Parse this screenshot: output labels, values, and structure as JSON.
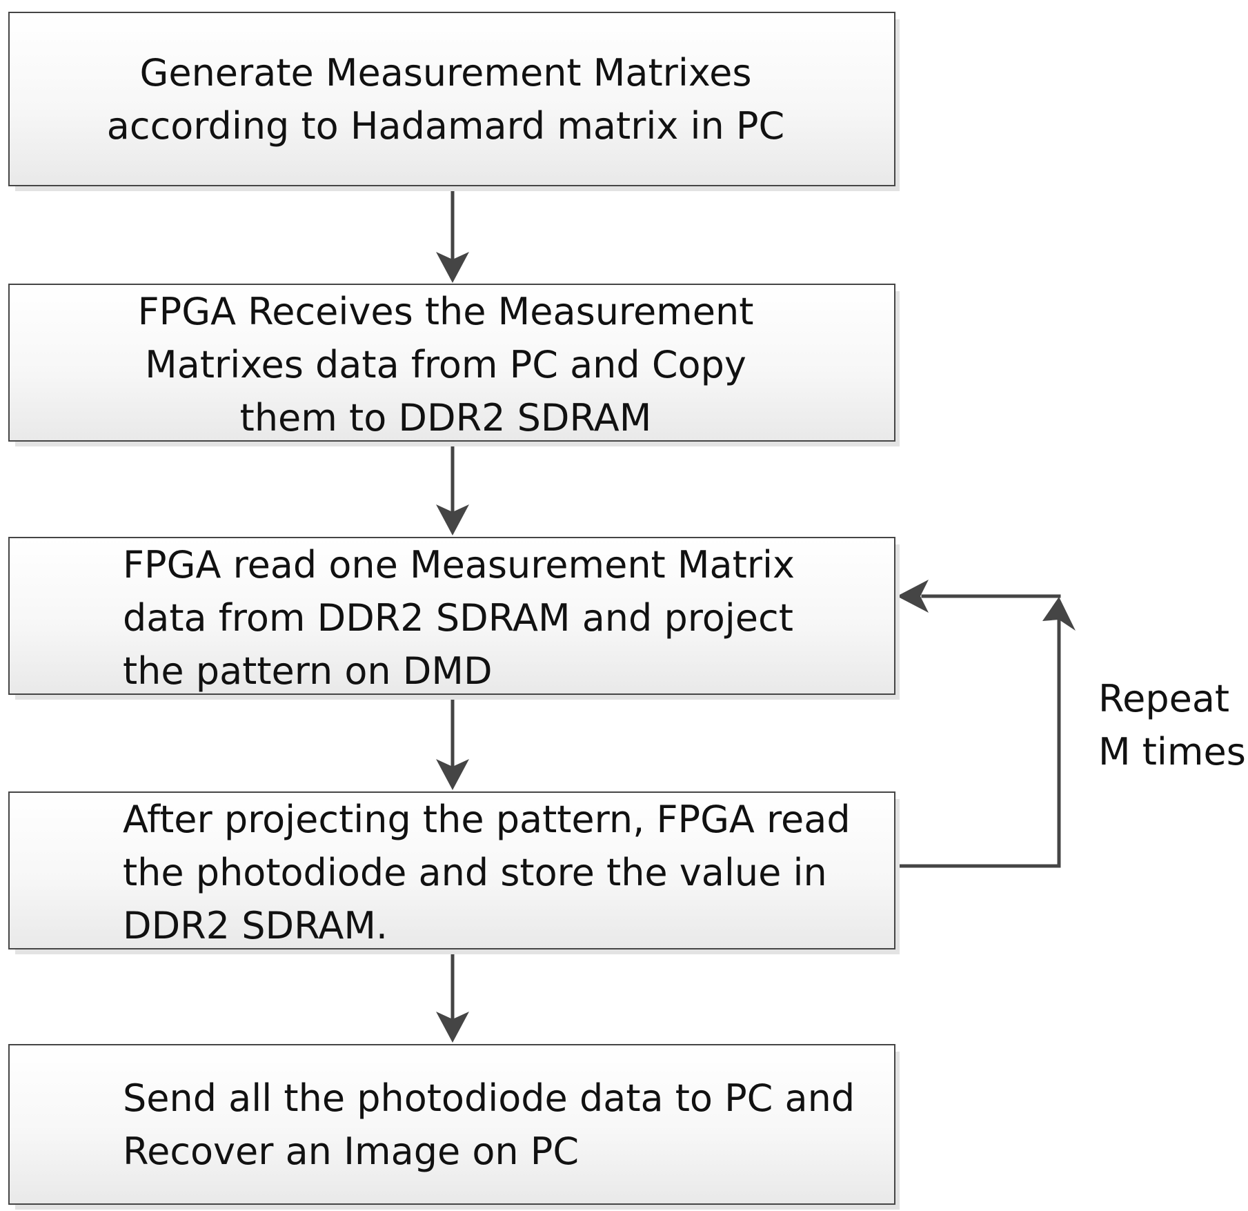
{
  "steps": [
    {
      "lines": [
        "Generate Measurement Matrixes",
        "according to Hadamard matrix in PC"
      ]
    },
    {
      "lines": [
        "FPGA Receives the Measurement",
        "Matrixes data from PC and Copy",
        "them to DDR2 SDRAM"
      ]
    },
    {
      "lines": [
        "FPGA read one Measurement Matrix",
        "data from DDR2 SDRAM and project",
        "the pattern on DMD"
      ]
    },
    {
      "lines": [
        "After projecting the pattern, FPGA read",
        "the photodiode and store the value in",
        "DDR2 SDRAM."
      ]
    },
    {
      "lines": [
        "Send all the  photodiode data to PC and",
        "Recover an Image on PC"
      ]
    }
  ],
  "loop_label": {
    "line1": "Repeat",
    "line2": "M times"
  },
  "colors": {
    "stroke": "#454545",
    "box_border": "#454545",
    "text": "#111111"
  }
}
